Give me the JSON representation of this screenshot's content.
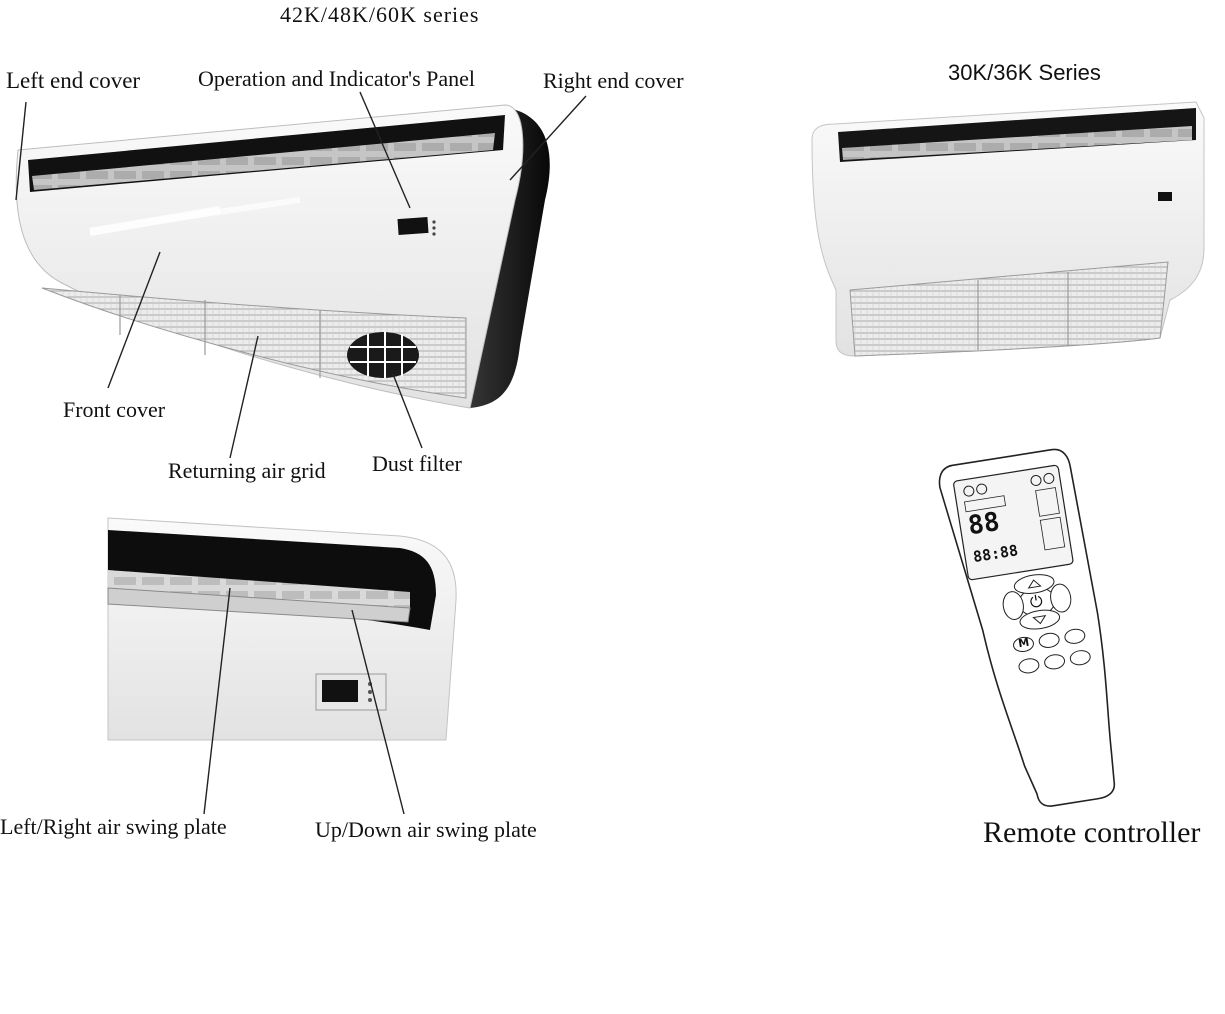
{
  "diagram": {
    "top_series_title": "42K/48K/60K series",
    "right_series_title": "30K/36K Series",
    "labels": {
      "left_end_cover": "Left end cover",
      "operation_panel": "Operation and Indicator's Panel",
      "right_end_cover": "Right end cover",
      "front_cover": "Front cover",
      "returning_air_grid": "Returning air grid",
      "dust_filter": "Dust filter",
      "lr_swing_plate": "Left/Right air swing plate",
      "ud_swing_plate": "Up/Down air swing plate",
      "remote_controller": "Remote controller"
    },
    "remote_display": {
      "temp_digits": "88",
      "time_digits": "88:88",
      "power_symbol": "⏻",
      "mode_key": "M"
    }
  }
}
